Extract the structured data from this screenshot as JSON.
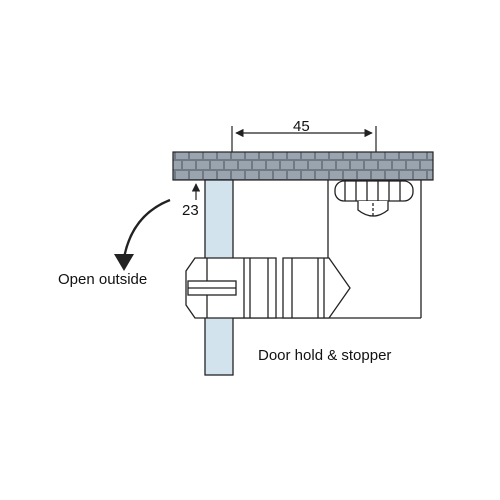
{
  "labels": {
    "dimension_width": "45",
    "dimension_gap": "23",
    "open_direction": "Open outside",
    "caption": "Door hold & stopper"
  },
  "colors": {
    "line": "#222222",
    "wall_fill": "#6f7a86",
    "wall_brick": "#9aa4af",
    "glass_fill": "#d3e3ee",
    "background": "#ffffff"
  }
}
